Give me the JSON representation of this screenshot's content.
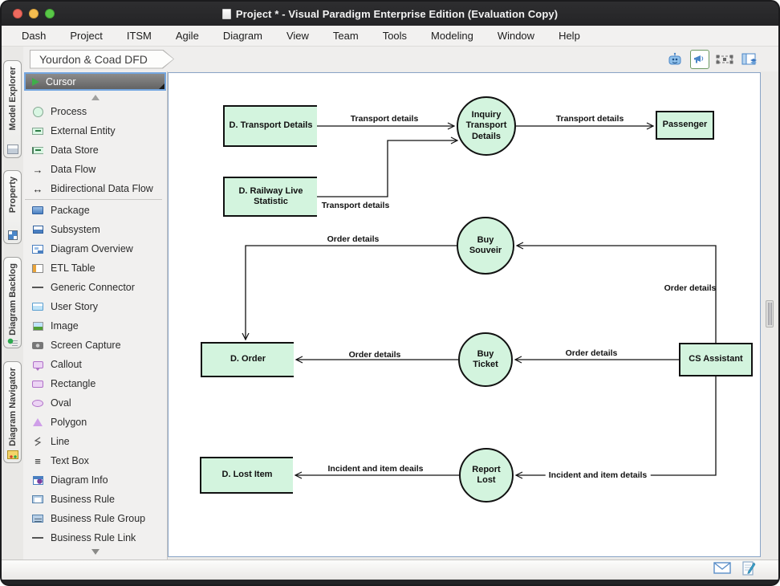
{
  "window": {
    "title": "Project * - Visual Paradigm Enterprise Edition (Evaluation Copy)"
  },
  "menu_bar": {
    "items": [
      "Dash",
      "Project",
      "ITSM",
      "Agile",
      "Diagram",
      "View",
      "Team",
      "Tools",
      "Modeling",
      "Window",
      "Help"
    ]
  },
  "toolbar": {
    "breadcrumb": "Yourdon & Coad DFD",
    "icons": [
      {
        "name": "robot-assistant-icon"
      },
      {
        "name": "announcement-icon",
        "active": true
      },
      {
        "name": "marquee-selection-icon"
      },
      {
        "name": "panel-layout-icon"
      }
    ]
  },
  "side_tabs": [
    {
      "label": "Model Explorer",
      "icon": "model-explorer-icon"
    },
    {
      "label": "Property",
      "icon": "property-icon"
    },
    {
      "label": "Diagram Backlog",
      "icon": "diagram-backlog-icon"
    },
    {
      "label": "Diagram Navigator",
      "icon": "diagram-navigator-icon"
    }
  ],
  "palette": {
    "cursor": {
      "label": "Cursor",
      "icon": "cursor-icon",
      "selected": true
    },
    "items": [
      {
        "label": "Process",
        "icon": "process-icon"
      },
      {
        "label": "External Entity",
        "icon": "external-entity-icon"
      },
      {
        "label": "Data Store",
        "icon": "data-store-icon"
      },
      {
        "label": "Data Flow",
        "icon": "data-flow-icon",
        "glyph": "→"
      },
      {
        "label": "Bidirectional Data Flow",
        "icon": "bidirectional-data-flow-icon",
        "glyph": "↔"
      },
      {
        "label": "Package",
        "icon": "package-icon"
      },
      {
        "label": "Subsystem",
        "icon": "subsystem-icon"
      },
      {
        "label": "Diagram Overview",
        "icon": "diagram-overview-icon"
      },
      {
        "label": "ETL Table",
        "icon": "etl-table-icon"
      },
      {
        "label": "Generic Connector",
        "icon": "generic-connector-icon"
      },
      {
        "label": "User Story",
        "icon": "user-story-icon"
      },
      {
        "label": "Image",
        "icon": "image-icon"
      },
      {
        "label": "Screen Capture",
        "icon": "screen-capture-icon"
      },
      {
        "label": "Callout",
        "icon": "callout-icon"
      },
      {
        "label": "Rectangle",
        "icon": "rectangle-icon"
      },
      {
        "label": "Oval",
        "icon": "oval-icon"
      },
      {
        "label": "Polygon",
        "icon": "polygon-icon"
      },
      {
        "label": "Line",
        "icon": "line-icon"
      },
      {
        "label": "Text Box",
        "icon": "text-box-icon",
        "glyph": "≡"
      },
      {
        "label": "Diagram Info",
        "icon": "diagram-info-icon"
      },
      {
        "label": "Business Rule",
        "icon": "business-rule-icon"
      },
      {
        "label": "Business Rule Group",
        "icon": "business-rule-group-icon"
      },
      {
        "label": "Business Rule Link",
        "icon": "business-rule-link-icon",
        "glyph": "—"
      }
    ]
  },
  "diagram": {
    "colors": {
      "shape_fill": "#d3f4de",
      "shape_border": "#111111",
      "canvas_border": "#8aa4c6",
      "selection_accent": "#74a6e0"
    },
    "data_stores": [
      {
        "label": "D. Transport Details"
      },
      {
        "label": "D. Railway Live Statistic"
      },
      {
        "label": "D. Order"
      },
      {
        "label": "D. Lost Item"
      }
    ],
    "processes": [
      {
        "label": "Inquiry Transport Details"
      },
      {
        "label": "Buy Souveir"
      },
      {
        "label": "Buy Ticket"
      },
      {
        "label": "Report Lost"
      }
    ],
    "external_entities": [
      {
        "label": "Passenger"
      },
      {
        "label": "CS Assistant"
      }
    ],
    "flows": [
      {
        "label": "Transport details",
        "from": "D. Transport Details",
        "to": "Inquiry Transport Details"
      },
      {
        "label": "Transport details",
        "from": "D. Railway Live Statistic",
        "to": "Inquiry Transport Details"
      },
      {
        "label": "Transport details",
        "from": "Inquiry Transport Details",
        "to": "Passenger"
      },
      {
        "label": "Order details",
        "from": "CS Assistant",
        "to": "Buy Souveir"
      },
      {
        "label": "Order details",
        "from": "Buy Souveir",
        "to": "D. Order"
      },
      {
        "label": "Order details",
        "from": "CS Assistant",
        "to": "Buy Ticket"
      },
      {
        "label": "Order details",
        "from": "Buy Ticket",
        "to": "D. Order"
      },
      {
        "label": "Incident and item details",
        "from": "CS Assistant",
        "to": "Report Lost"
      },
      {
        "label": "Incident and item deails",
        "from": "Report Lost",
        "to": "D. Lost Item"
      }
    ]
  },
  "status_bar": {
    "icons": [
      {
        "name": "mail-icon"
      },
      {
        "name": "edit-note-icon"
      }
    ]
  }
}
